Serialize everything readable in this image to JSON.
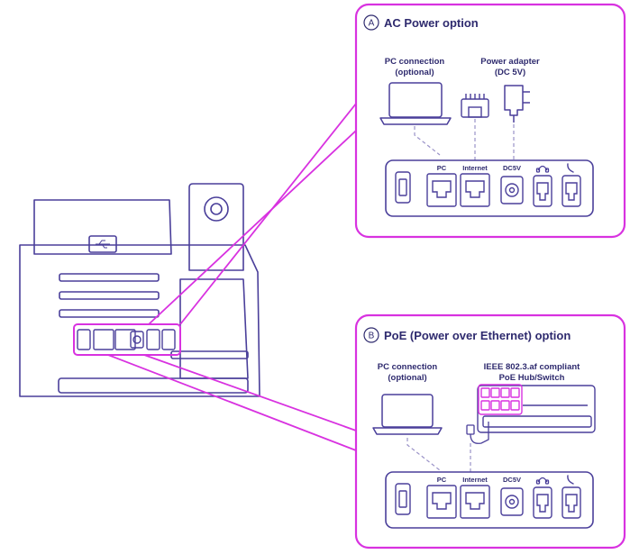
{
  "panel_a": {
    "badge": "A",
    "title": "AC Power option",
    "pc_caption": [
      "PC connection",
      "(optional)"
    ],
    "adapter_caption": [
      "Power adapter",
      "(DC 5V)"
    ],
    "ports": {
      "pc": "PC",
      "internet": "Internet",
      "dc": "DC5V"
    }
  },
  "panel_b": {
    "badge": "B",
    "title": "PoE (Power over Ethernet) option",
    "pc_caption": [
      "PC connection",
      "(optional)"
    ],
    "hub_caption": [
      "IEEE 802.3.af compliant",
      "PoE Hub/Switch"
    ],
    "ports": {
      "pc": "PC",
      "internet": "Internet",
      "dc": "DC5V"
    }
  },
  "colors": {
    "outline": "#4a3f9a",
    "accent": "#d832e0",
    "text": "#2e2a6e",
    "dash": "#9a92c8"
  },
  "icons": {
    "usb": "usb-icon",
    "headset": "headset-icon",
    "handset": "handset-icon"
  }
}
